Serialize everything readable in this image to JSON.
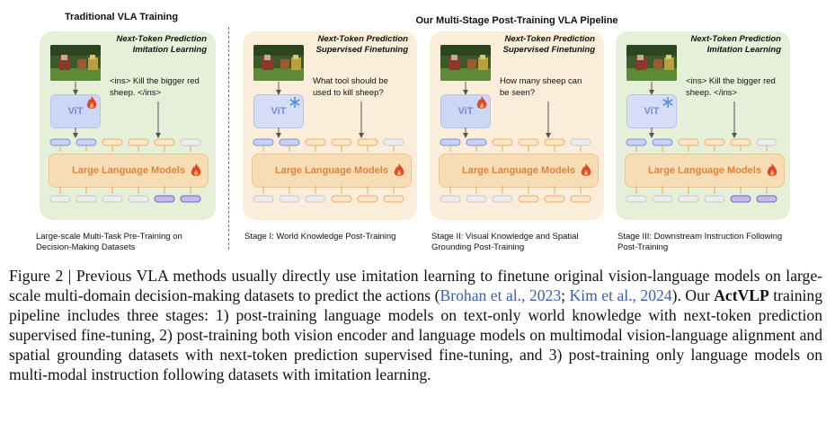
{
  "figure": {
    "left_title": "Traditional VLA Training",
    "right_title": "Our Multi-Stage Post-Training VLA Pipeline",
    "vit_label": "ViT",
    "llm_label": "Large Language Models",
    "panels": [
      {
        "header_line1": "Next-Token Prediction",
        "header_line2": "Imitation Learning",
        "prompt": "<ins> Kill the bigger red sheep. </ins>",
        "vit_state": "fire",
        "caption": "Large-scale Multi-Task Pre-Training on Decision-Making Datasets"
      },
      {
        "header_line1": "Next-Token Prediction",
        "header_line2": "Supervised Finetuning",
        "prompt": "What tool should be used to kill sheep?",
        "vit_state": "frozen",
        "caption": "Stage I: World Knowledge Post-Training"
      },
      {
        "header_line1": "Next-Token Prediction",
        "header_line2": "Supervised Finetuning",
        "prompt": "How many sheep can be seen?",
        "vit_state": "fire",
        "caption": "Stage II: Visual Knowledge and Spatial Grounding Post-Training"
      },
      {
        "header_line1": "Next-Token Prediction",
        "header_line2": "Imitation Learning",
        "prompt": "<ins> Kill the bigger red sheep. </ins>",
        "vit_state": "frozen",
        "caption": "Stage III: Downstream Instruction Following Post-Training"
      }
    ]
  },
  "caption": {
    "label": "Figure 2 | ",
    "text_1": "Previous VLA methods usually directly use imitation learning to finetune original vision-language models on large-scale multi-domain decision-making datasets to predict the actions (",
    "cite_1": "Brohan et al., 2023",
    "sep": "; ",
    "cite_2": "Kim et al., 2024",
    "text_2": "). Our ",
    "bold_name": "ActVLP",
    "text_3": " training pipeline includes three stages: 1) post-training language models on text-only world knowledge with next-token prediction supervised fine-tuning, 2) post-training both vision encoder and language models on multimodal vision-language alignment and spatial grounding datasets with next-token prediction supervised fine-tuning, and 3) post-training only language models on multi-modal instruction following datasets with imitation learning."
  },
  "colors": {
    "panel_green": "#e6f0d8",
    "panel_peach": "#faeedb",
    "vit_blue": "#cdd6f5",
    "llm_orange": "#f7ddb6",
    "accent_orange": "#e5813a",
    "fire_red": "#e2452b",
    "snow_blue": "#5a8fe0",
    "cite_blue": "#3a5fb0"
  },
  "icons": [
    "fire-icon",
    "snowflake-icon",
    "minecraft-scene-image"
  ]
}
